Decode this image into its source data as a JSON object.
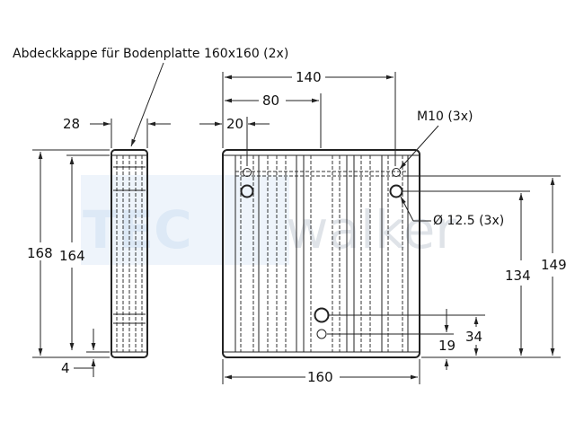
{
  "title_note": "Abdeckkappe für Bodenplatte 160x160 (2x)",
  "watermark": {
    "part1": "TEC",
    "part2": "walker"
  },
  "side_view": {
    "width_dim": "28",
    "height_outer_dim": "168",
    "height_inner_dim": "164",
    "offset_dim": "4"
  },
  "front_view": {
    "overall_width_dim": "160",
    "hole_spacing_dim": "140",
    "center_dim": "80",
    "edge_dim": "20",
    "thread_note": "M10 (3x)",
    "bore_note": "Ø 12.5 (3x)",
    "height_149": "149",
    "height_134": "134",
    "height_34": "34",
    "height_19": "19"
  },
  "colors": {
    "line": "#222222",
    "watermark_blue": "#dde9f6",
    "watermark_grey": "#dfe3e8"
  }
}
